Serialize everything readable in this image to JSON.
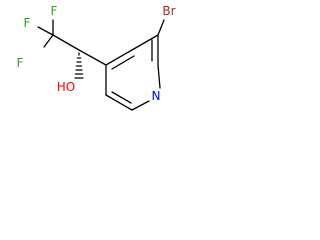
{
  "molecule": {
    "atoms": {
      "bromine": {
        "symbol": "Br",
        "color": "#a52a2a"
      },
      "nitrogen": {
        "symbol": "N",
        "color": "#0000ff"
      },
      "hydroxyl": {
        "symbol": "HO",
        "color": "#ff0000"
      },
      "fluorine_top_left": {
        "symbol": "F",
        "color": "#33a02c"
      },
      "fluorine_top": {
        "symbol": "F",
        "color": "#33a02c"
      },
      "fluorine_left": {
        "symbol": "F",
        "color": "#33a02c"
      }
    },
    "bond_color": "#000000",
    "stereocenter": "hashed-wedge"
  }
}
